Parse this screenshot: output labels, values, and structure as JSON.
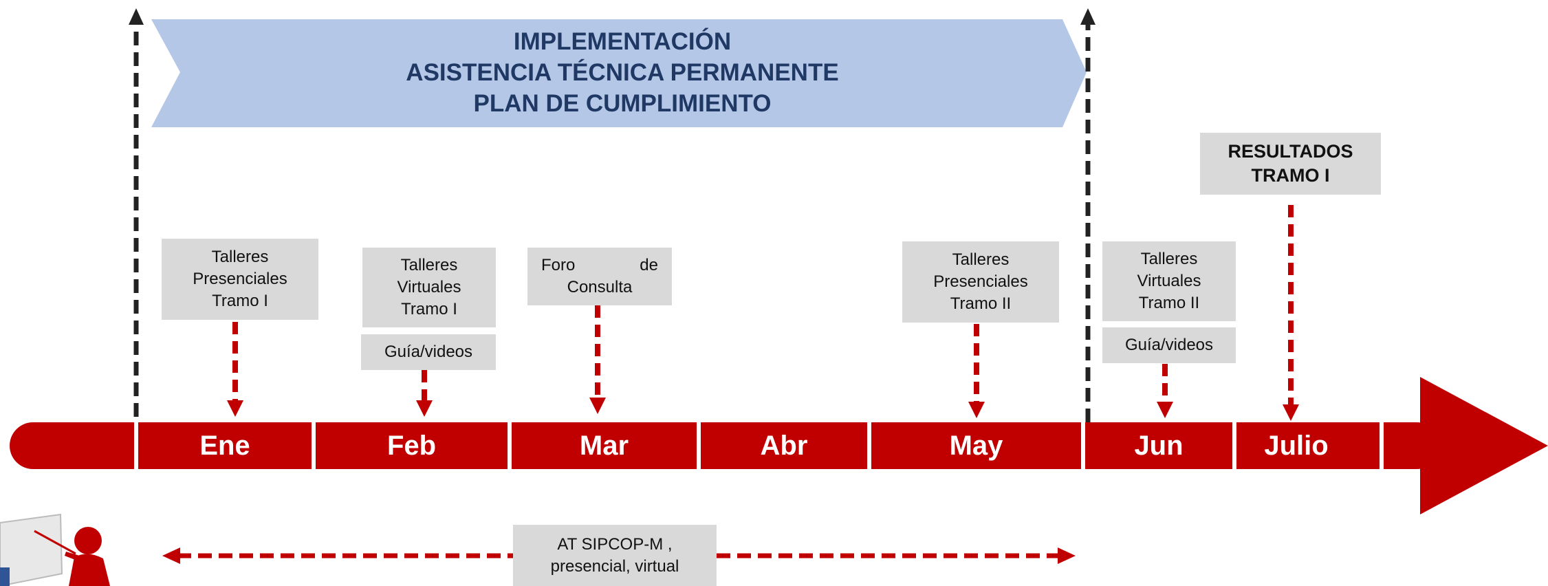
{
  "banner": {
    "lines": [
      "IMPLEMENTACIÓN",
      "ASISTENCIA TÉCNICA PERMANENTE",
      "PLAN DE CUMPLIMIENTO"
    ]
  },
  "months": [
    "Ene",
    "Feb",
    "Mar",
    "Abr",
    "May",
    "Jun",
    "Julio"
  ],
  "boxes": {
    "ene_talleres": [
      "Talleres",
      "Presenciales",
      "Tramo I"
    ],
    "feb_talleres": [
      "Talleres",
      "Virtuales",
      "Tramo I"
    ],
    "feb_guia": "Guía/videos",
    "mar_foro": [
      "Foro",
      "de",
      "Consulta"
    ],
    "may_talleres": [
      "Talleres",
      "Presenciales",
      "Tramo II"
    ],
    "jun_talleres": [
      "Talleres",
      "Virtuales",
      "Tramo II"
    ],
    "jun_guia": "Guía/videos",
    "resultados": [
      "RESULTADOS",
      "TRAMO I"
    ],
    "at": [
      "AT SIPCOP-M ,",
      "presencial, virtual"
    ]
  },
  "colors": {
    "timeline_red": "#c00000",
    "banner_blue": "#b4c7e7",
    "banner_text": "#1f3864",
    "box_gray": "#d9d9d9"
  },
  "icons": [
    "presenter-figure-icon"
  ]
}
